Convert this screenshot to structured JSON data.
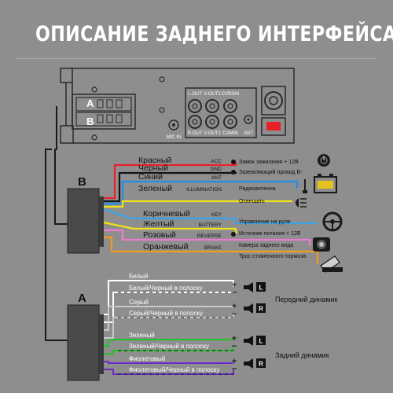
{
  "title": "ОПИСАНИЕ ЗАДНЕГО ИНТЕРФЕЙСА",
  "unit_panel": {
    "connector_a": "A",
    "connector_b": "B",
    "mic_in": "MIC IN",
    "l_out": "L-OUT",
    "v_out1": "V-OUT1",
    "cvbsin": "CVBSIN",
    "r_out": "R-OUT",
    "v_out2": "V-OUT2",
    "camin": "CAMIN",
    "ant": "ANT"
  },
  "connector_b_label": "B",
  "connector_a_label": "A",
  "harness_b": [
    {
      "name": "Красный",
      "code": "ACC",
      "color": "#e8202a",
      "desc": "Замок зажигания + 12В"
    },
    {
      "name": "Черный",
      "code": "GND",
      "color": "#141414",
      "desc": "Заземляющий провод B-"
    },
    {
      "name": "Синий",
      "code": "ANT",
      "color": "#1e8fe8",
      "desc": "Радиоантенна"
    },
    {
      "name": "Зеленый",
      "code": "ILLUMINATION",
      "color": "#f2e21a",
      "desc": "Освещать"
    },
    {
      "name": "Коричневый",
      "code": "KEY",
      "color": "#3aa2e6",
      "desc": "Управление на руле"
    },
    {
      "name": "Желтый",
      "code": "BATTERY",
      "color": "#f2e21a",
      "desc": "Источник питания + 12В"
    },
    {
      "name": "Розовый",
      "code": "REVERSE",
      "color": "#ef7ad0",
      "desc": "Камера заднего вида"
    },
    {
      "name": "Оранжевый",
      "code": "BRAKE",
      "color": "#f59a1c",
      "desc": "Трос стояночного тормоза"
    }
  ],
  "harness_a": [
    {
      "name": "Белый",
      "color": "#ffffff"
    },
    {
      "name": "Белый/Черный в полоску",
      "color": "#ffffff"
    },
    {
      "name": "Серый",
      "color": "#c9c9c9"
    },
    {
      "name": "Серый/Черный в полоску",
      "color": "#c9c9c9"
    },
    {
      "name": "Зеленый",
      "color": "#25c227"
    },
    {
      "name": "Зеленый/Черный в полоску",
      "color": "#25c227"
    },
    {
      "name": "Фиолетовый",
      "color": "#6a2cc7"
    },
    {
      "name": "Фиолетовый/Черный в полоску",
      "color": "#6a2cc7"
    }
  ],
  "speakers": {
    "front_label": "Передний динамик",
    "rear_label": "Задний динамик",
    "left": "L",
    "right": "R",
    "plus": "+",
    "minus": "−"
  }
}
